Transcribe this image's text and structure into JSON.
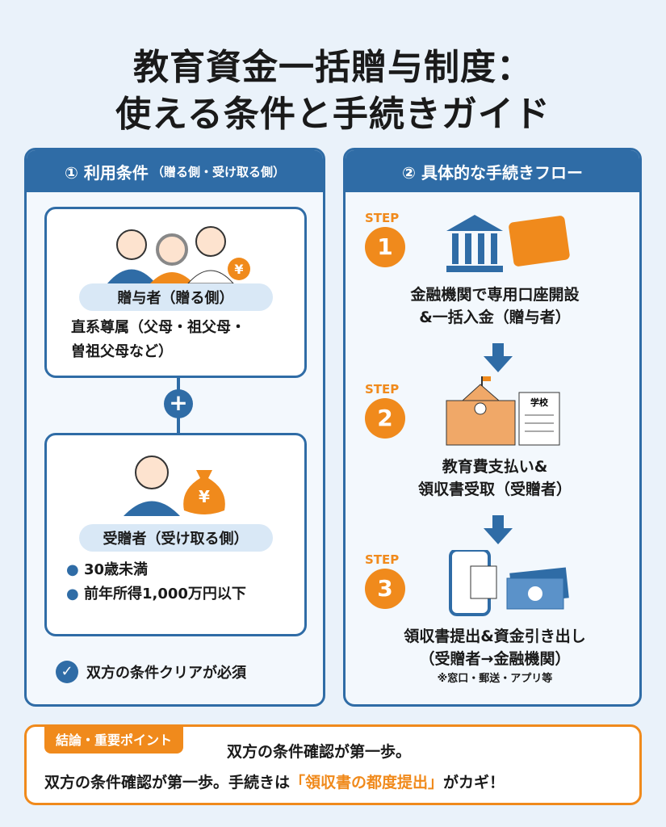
{
  "title": {
    "line1": "教育資金一括贈与制度：",
    "line2": "使える条件と手続きガイド"
  },
  "left": {
    "header": "① 利用条件",
    "header_sub": "（贈る側・受け取る側）",
    "donor": {
      "label": "贈与者（贈る側）",
      "desc1": "直系尊属（父母・祖父母・",
      "desc2": "曽祖父母など）",
      "coin": "¥"
    },
    "plus": "+",
    "recipient": {
      "label": "受贈者（受け取る側）",
      "bag": "¥",
      "conditions": [
        "30歳未満",
        "前年所得1,000万円以下"
      ]
    },
    "note": "双方の条件クリアが必須"
  },
  "right": {
    "header": "② 具体的な手続きフロー",
    "steps": [
      {
        "label": "STEP",
        "num": "1",
        "line1": "金融機関で専用口座開設",
        "line2": "&一括入金（贈与者）"
      },
      {
        "label": "STEP",
        "num": "2",
        "line1": "教育費支払い&",
        "line2": "領収書受取（受贈者）",
        "school": "学校"
      },
      {
        "label": "STEP",
        "num": "3",
        "line1": "領収書提出&資金引き出し",
        "line2": "（受贈者→金融機関）",
        "note": "※窓口・郵送・アプリ等"
      }
    ]
  },
  "bottom": {
    "tag": "結論・重要ポイント",
    "line1": "双方の条件確認が第一歩。",
    "line2_a": "双方の条件確認が第一歩。手続きは",
    "line2_highlight": "「領収書の都度提出」",
    "line2_b": "がカギ！"
  },
  "colors": {
    "blue": "#2f6ca6",
    "orange": "#f08a1c"
  }
}
